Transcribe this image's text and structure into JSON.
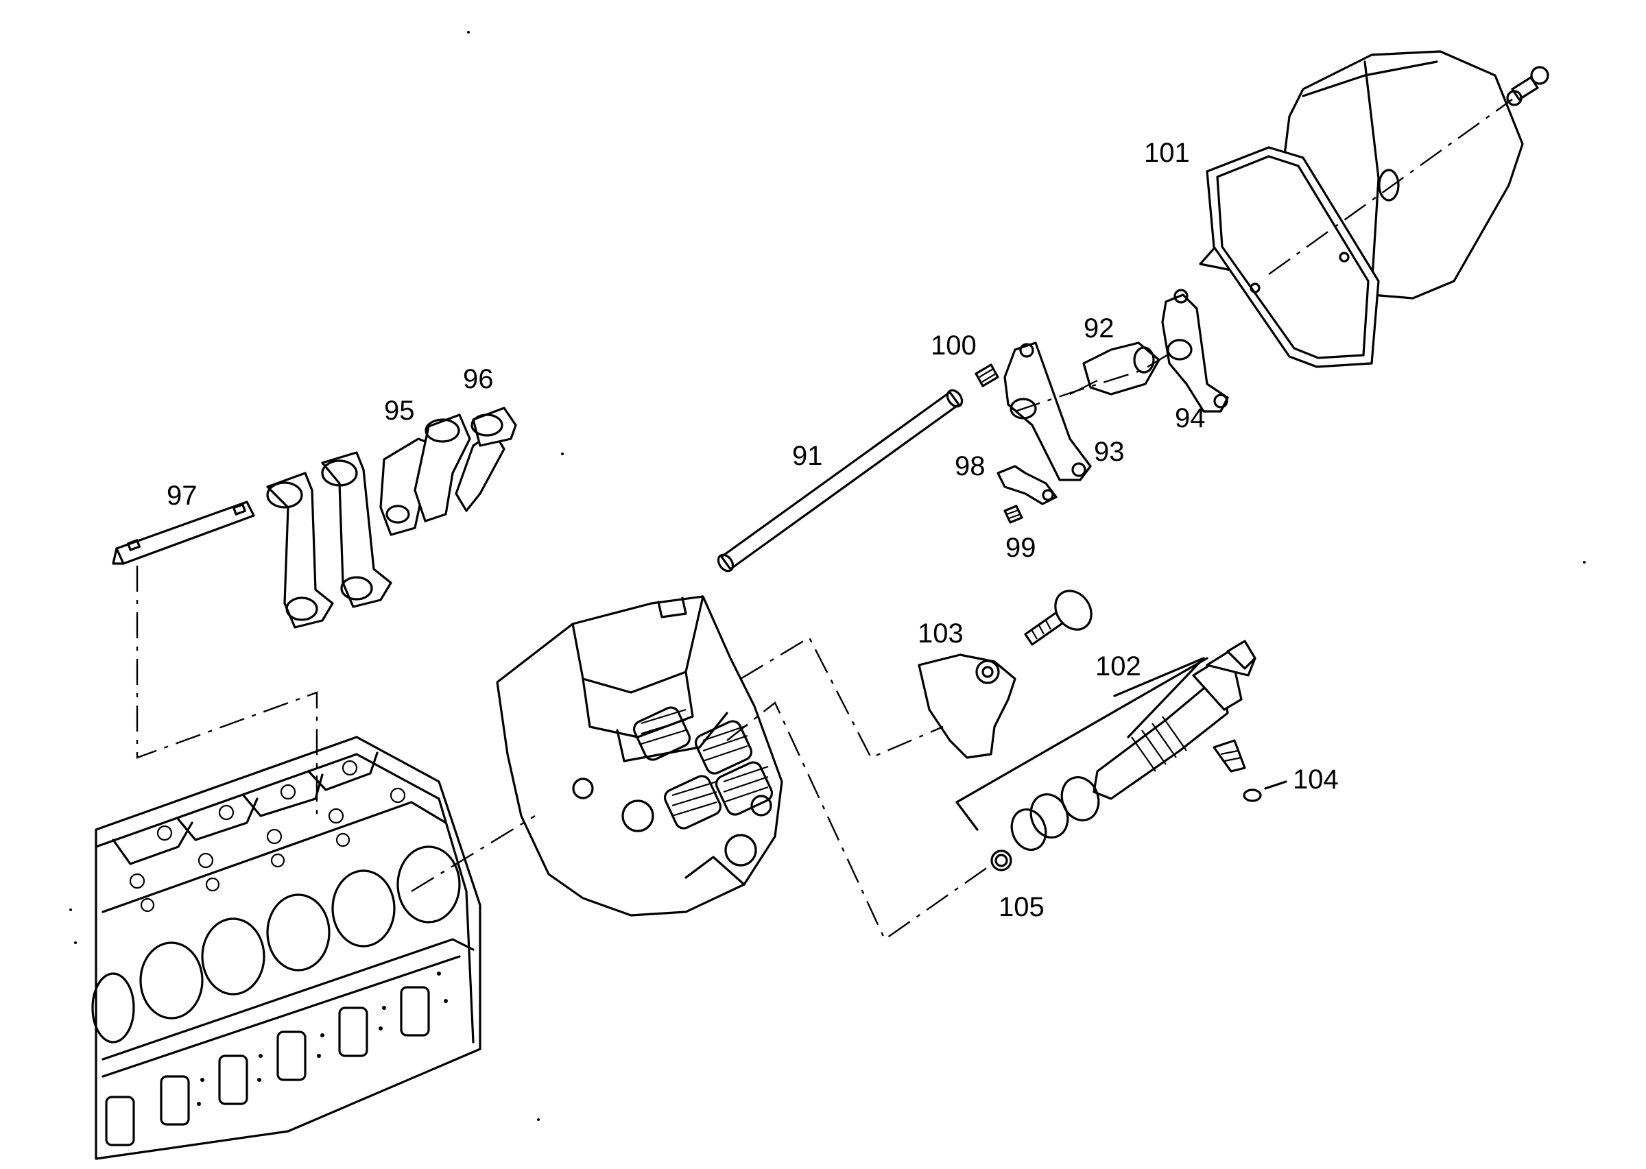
{
  "diagram": {
    "callouts": [
      {
        "id": "c91",
        "label": "91"
      },
      {
        "id": "c92",
        "label": "92"
      },
      {
        "id": "c93",
        "label": "93"
      },
      {
        "id": "c94",
        "label": "94"
      },
      {
        "id": "c95",
        "label": "95"
      },
      {
        "id": "c96",
        "label": "96"
      },
      {
        "id": "c97",
        "label": "97"
      },
      {
        "id": "c98",
        "label": "98"
      },
      {
        "id": "c99",
        "label": "99"
      },
      {
        "id": "c100",
        "label": "100"
      },
      {
        "id": "c101",
        "label": "101"
      },
      {
        "id": "c102",
        "label": "102"
      },
      {
        "id": "c103",
        "label": "103"
      },
      {
        "id": "c104",
        "label": "104"
      },
      {
        "id": "c105",
        "label": "105"
      }
    ]
  }
}
